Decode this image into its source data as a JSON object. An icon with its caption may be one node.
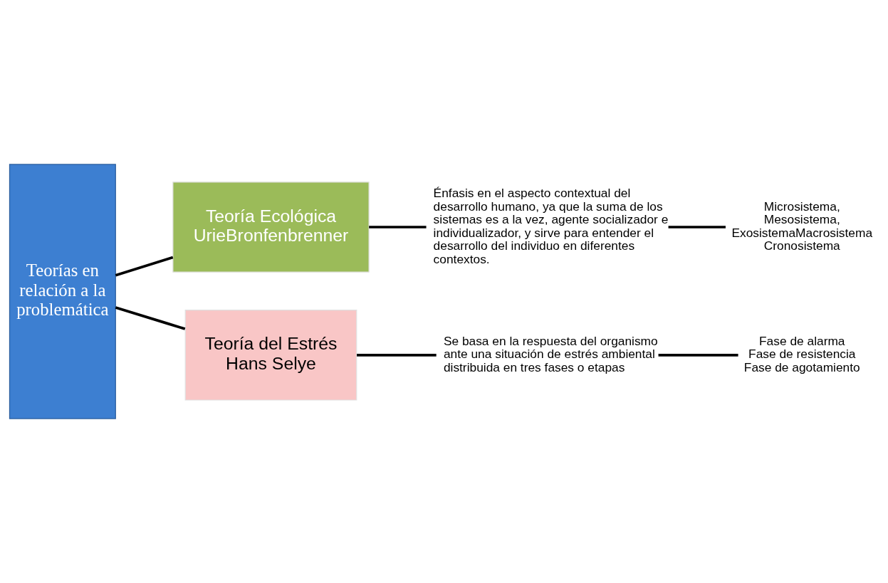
{
  "diagram": {
    "nodes": [
      {
        "text": [
          "Teorías en relación a la problemática"
        ]
      },
      {
        "text": [
          "Teoría Ecológica UrieBronfenbrenner"
        ]
      },
      {
        "text": [
          "Énfasis en el aspecto contextual del desarrollo humano, ya que la suma de los sistemas es a la vez, agente socializador e individualizador, y sirve para entender el desarrollo del individuo en diferentes contextos."
        ]
      },
      {
        "text": [
          "Microsistema, Mesosistema, ExosistemaMacrosistema Cronosistema"
        ]
      },
      {
        "text": [
          "Teoría del Estrés Hans Selye"
        ]
      },
      {
        "text": [
          "Se basa en la respuesta del organismo ante una situación de estrés ambiental distribuida en tres fases o etapas"
        ]
      },
      {
        "text": [
          "Fase de alarma",
          "Fase de resistencia",
          "Fase de agotamiento"
        ]
      }
    ],
    "edges": [
      {
        "from": 0,
        "to": 1,
        "arrow": "none"
      },
      {
        "from": 0,
        "to": 4,
        "arrow": "none"
      },
      {
        "from": 1,
        "to": 2,
        "arrow": "none"
      },
      {
        "from": 2,
        "to": 3,
        "arrow": "none"
      },
      {
        "from": 4,
        "to": 5,
        "arrow": "none"
      },
      {
        "from": 5,
        "to": 6,
        "arrow": "none"
      }
    ]
  }
}
